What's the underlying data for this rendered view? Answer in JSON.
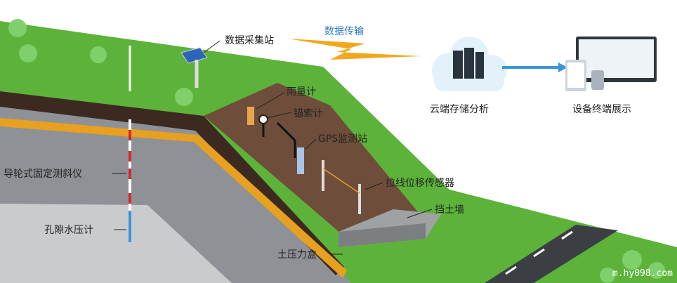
{
  "labels": {
    "data_station": "数据采集站",
    "data_transfer": "数据传输",
    "cloud": "云端存储分析",
    "terminal": "设备终端展示",
    "rain_gauge": "雨量计",
    "anchor_meter": "锚索计",
    "gps_station": "GPS监测站",
    "wire_sensor": "拉线位移传感器",
    "retaining_wall": "挡土墙",
    "earth_pressure_box": "土压力盒",
    "inclinometer": "导轮式固定测斜仪",
    "pore_pressure": "孔隙水压计"
  },
  "watermark": "m.hy098.com",
  "colors": {
    "grass": "#5db33a",
    "soil": "#6e4e3a",
    "orange": "#e8a020",
    "rock": "#8e9296",
    "sky_blue": "#3a96d8"
  }
}
